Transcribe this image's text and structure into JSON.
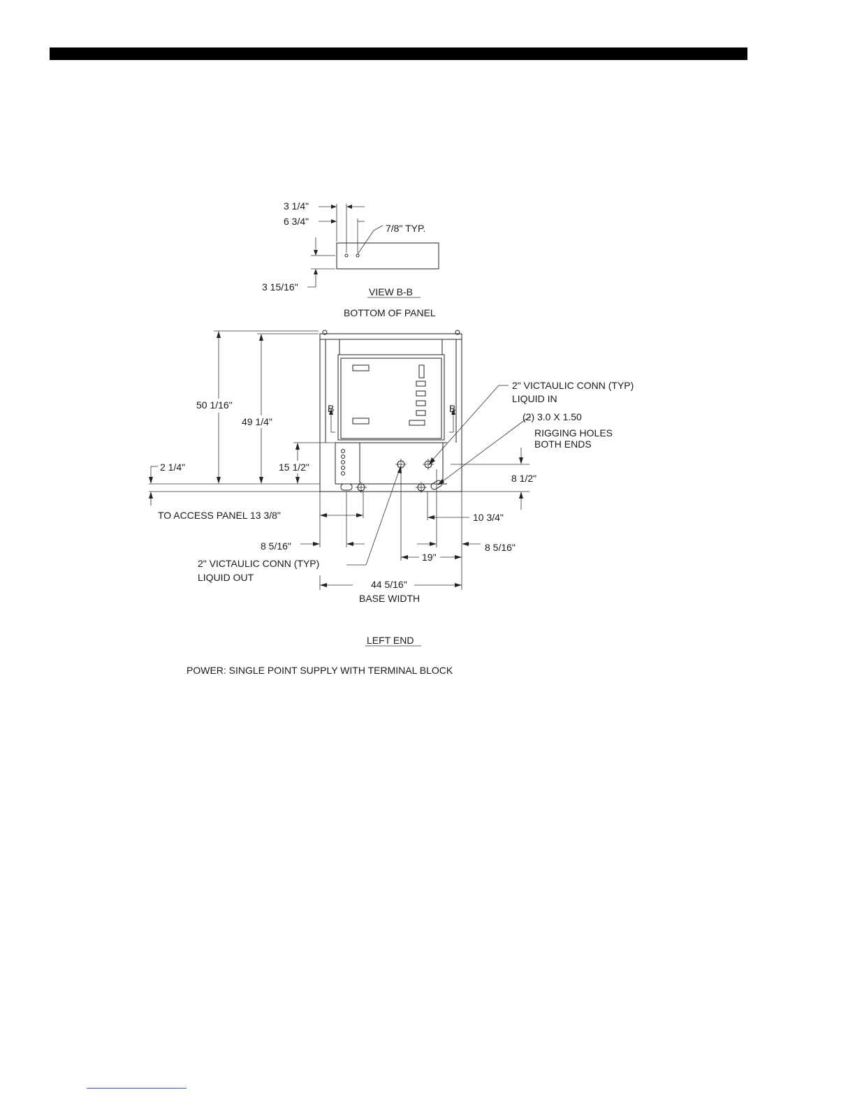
{
  "view_bb": {
    "dim_a": "3 1/4\"",
    "dim_b": "6 3/4\"",
    "dim_hole": "7/8\" TYP.",
    "dim_c": "3 15/16\"",
    "title": "VIEW B-B",
    "subtitle": "BOTTOM OF PANEL"
  },
  "left_end": {
    "section_mark_left": "B",
    "section_mark_right": "B",
    "dim_overall_height": "50 1/16\"",
    "dim_height": "49 1/4\"",
    "dim_15_1_2": "15 1/2\"",
    "dim_2_1_4": "2 1/4\"",
    "dim_access_panel": "TO ACCESS PANEL  13 3/8\"",
    "dim_8_5_16_left": "8 5/16\"",
    "dim_8_5_16_right": "8 5/16\"",
    "dim_19": "19\"",
    "dim_10_3_4": "10 3/4\"",
    "dim_8_1_2": "8 1/2\"",
    "dim_base_width_value": "44 5/16\"",
    "dim_base_width_label": "BASE WIDTH",
    "conn_in_line1": "2\" VICTAULIC CONN (TYP)",
    "conn_in_line2": "LIQUID IN",
    "rigging_line1": "(2) 3.0 X 1.50",
    "rigging_line2": "RIGGING HOLES",
    "rigging_line3": "BOTH ENDS",
    "conn_out_line1": "2\" VICTAULIC CONN (TYP)",
    "conn_out_line2": "LIQUID OUT",
    "title": "LEFT END"
  },
  "note": "POWER: SINGLE POINT SUPPLY WITH TERMINAL BLOCK"
}
